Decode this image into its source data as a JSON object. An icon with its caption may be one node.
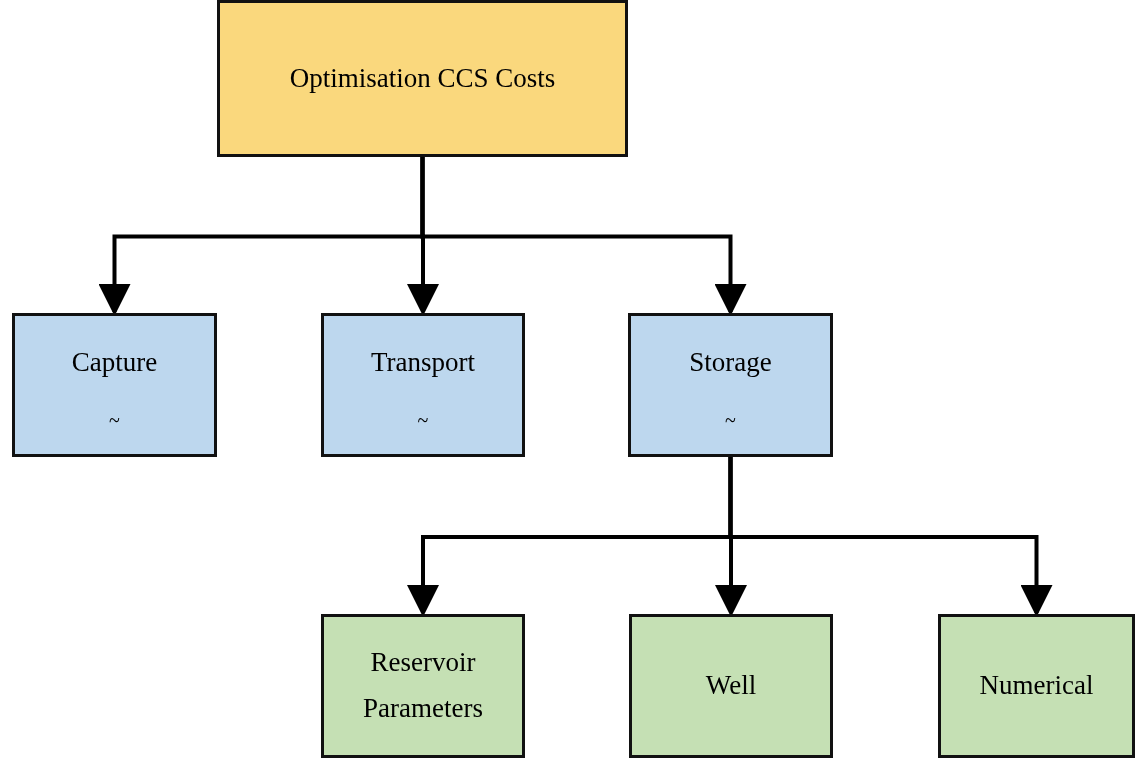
{
  "diagram": {
    "nodes": [
      {
        "text": [
          "Optimisation CCS Costs"
        ]
      },
      {
        "text": [
          "Capture",
          "~"
        ]
      },
      {
        "text": [
          "Transport",
          "~"
        ]
      },
      {
        "text": [
          "Storage",
          "~"
        ]
      },
      {
        "text": [
          "Reservoir Parameters"
        ]
      },
      {
        "text": [
          "Well"
        ]
      },
      {
        "text": [
          "Numerical"
        ]
      }
    ],
    "edges": [
      {
        "from": 0,
        "to": 1,
        "arrow": "to"
      },
      {
        "from": 0,
        "to": 2,
        "arrow": "to"
      },
      {
        "from": 0,
        "to": 3,
        "arrow": "to"
      },
      {
        "from": 3,
        "to": 4,
        "arrow": "to"
      },
      {
        "from": 3,
        "to": 5,
        "arrow": "to"
      },
      {
        "from": 3,
        "to": 6,
        "arrow": "to"
      }
    ]
  }
}
